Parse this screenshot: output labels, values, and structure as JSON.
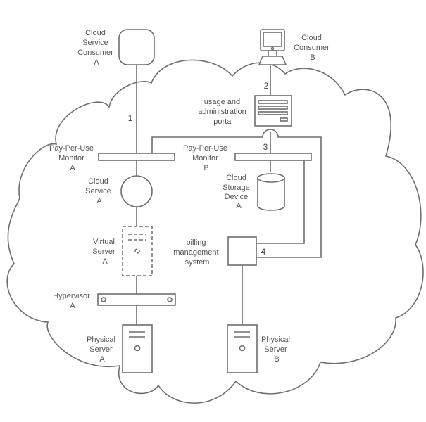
{
  "diagram": {
    "title": "Cloud pay-per-use billing architecture",
    "nodes": {
      "consumer_a": {
        "lines": [
          "Cloud",
          "Service",
          "Consumer",
          "A"
        ],
        "icon": "cloud-service-consumer-icon"
      },
      "consumer_b": {
        "lines": [
          "Cloud",
          "Consumer",
          "B"
        ],
        "icon": "workstation-icon"
      },
      "portal": {
        "lines": [
          "usage and",
          "administration",
          "portal"
        ],
        "icon": "portal-form-icon"
      },
      "monitor_a": {
        "lines": [
          "Pay-Per-Use",
          "Monitor",
          "A"
        ]
      },
      "monitor_b": {
        "lines": [
          "Pay-Per-Use",
          "Monitor",
          "B"
        ]
      },
      "cloud_service_a": {
        "lines": [
          "Cloud",
          "Service",
          "A"
        ],
        "icon": "cloud-service-circle-icon"
      },
      "storage_a": {
        "lines": [
          "Cloud",
          "Storage",
          "Device",
          "A"
        ],
        "icon": "storage-cylinder-icon"
      },
      "virtual_server_a": {
        "lines": [
          "Virtual",
          "Server",
          "A"
        ],
        "icon": "virtual-server-icon"
      },
      "billing": {
        "lines": [
          "billing",
          "management",
          "system"
        ]
      },
      "hypervisor_a": {
        "lines": [
          "Hypervisor",
          "A"
        ]
      },
      "physical_a": {
        "lines": [
          "Physical",
          "Server",
          "A"
        ],
        "icon": "physical-server-icon"
      },
      "physical_b": {
        "lines": [
          "Physical",
          "Server",
          "B"
        ],
        "icon": "physical-server-icon"
      }
    },
    "step_numbers": [
      "1",
      "2",
      "3",
      "4"
    ],
    "colors": {
      "stroke": "#6e6e6e",
      "text": "#555555",
      "background": "#ffffff"
    }
  }
}
